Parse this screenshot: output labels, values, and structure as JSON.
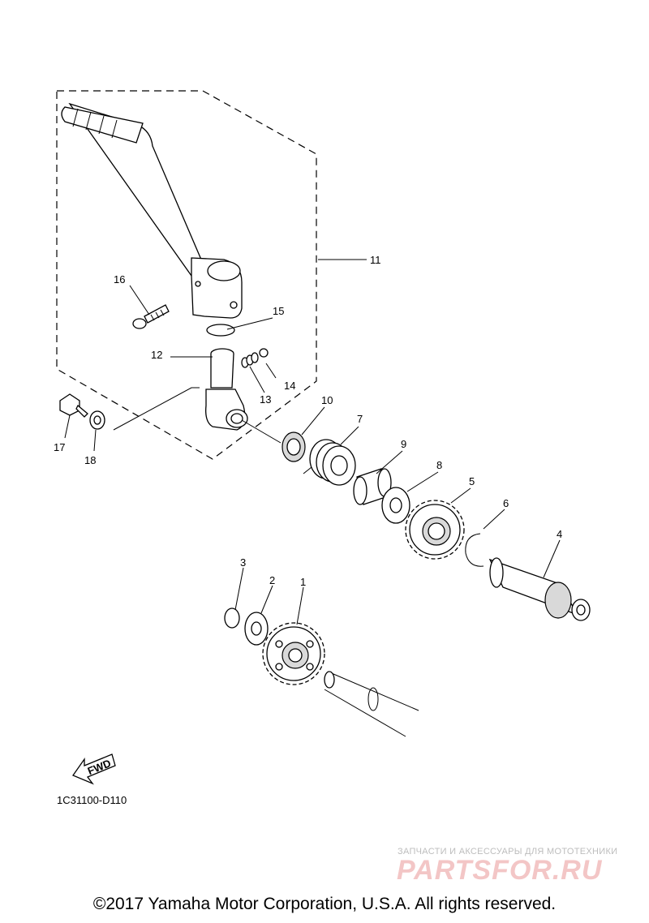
{
  "diagram": {
    "callouts": [
      {
        "id": "1",
        "text": "1"
      },
      {
        "id": "2",
        "text": "2"
      },
      {
        "id": "3",
        "text": "3"
      },
      {
        "id": "4",
        "text": "4"
      },
      {
        "id": "5",
        "text": "5"
      },
      {
        "id": "6",
        "text": "6"
      },
      {
        "id": "7",
        "text": "7"
      },
      {
        "id": "8",
        "text": "8"
      },
      {
        "id": "9",
        "text": "9"
      },
      {
        "id": "10",
        "text": "10"
      },
      {
        "id": "11",
        "text": "11"
      },
      {
        "id": "12",
        "text": "12"
      },
      {
        "id": "13",
        "text": "13"
      },
      {
        "id": "14",
        "text": "14"
      },
      {
        "id": "15",
        "text": "15"
      },
      {
        "id": "16",
        "text": "16"
      },
      {
        "id": "17",
        "text": "17"
      },
      {
        "id": "18",
        "text": "18"
      }
    ],
    "fwd_label": "FWD",
    "diagram_code": "1C31100-D110"
  },
  "watermark": {
    "tagline": "ЗАПЧАСТИ И АКСЕССУАРЫ ДЛЯ МОТОТЕХНИКИ",
    "logo": "PARTSFOR.RU"
  },
  "copyright": "©2017 Yamaha Motor Corporation, U.S.A. All rights reserved."
}
